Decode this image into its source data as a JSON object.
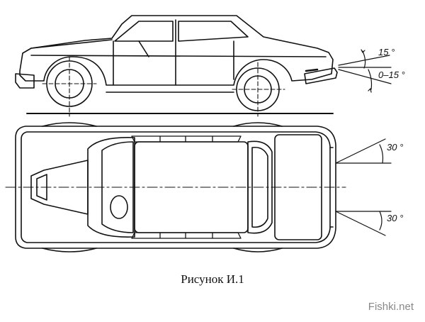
{
  "figure": {
    "caption": "Рисунок И.1",
    "watermark": "Fishki.net",
    "side_view_angles": {
      "upper": "15 °",
      "lower": "0–15 °"
    },
    "top_view_angles": {
      "upper": "30 °",
      "lower": "30 °"
    },
    "colors": {
      "line": "#111111",
      "background": "#ffffff",
      "watermark": "#888888"
    }
  }
}
